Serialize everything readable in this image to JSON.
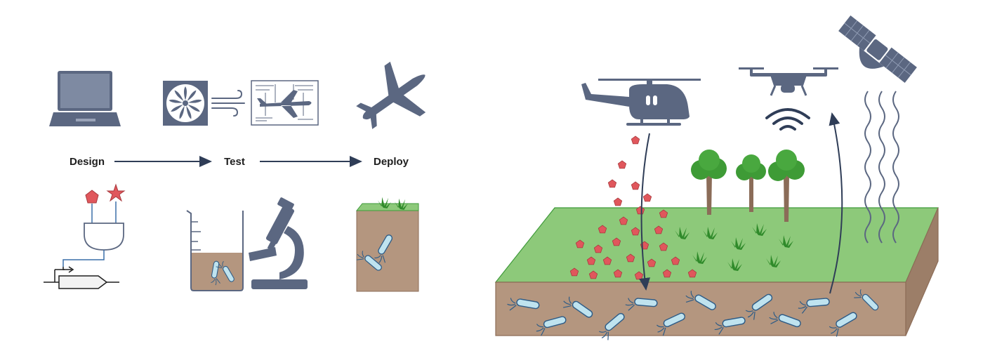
{
  "pipeline": {
    "steps": [
      {
        "label": "Design"
      },
      {
        "label": "Test"
      },
      {
        "label": "Deploy"
      }
    ]
  },
  "colors": {
    "icon_gray": "#5b6781",
    "arrow": "#2f3d57",
    "grass": "#8dc97a",
    "grass_edge": "#3f9a3a",
    "soil": "#b4967f",
    "soil_dark": "#8d6d58",
    "bacteria_fill": "#bfe3ef",
    "bacteria_stroke": "#2f5c86",
    "pentagon": "#e0575c",
    "star": "#e0575c",
    "tree_canopy": "#3e9b36",
    "trunk": "#8b6c58"
  },
  "icons": [
    "laptop-icon",
    "wind-tunnel-fan-icon",
    "wind-icon",
    "blueprint-airplane-icon",
    "airplane-icon",
    "logic-gate-circuit-icon",
    "beaker-icon",
    "microscope-icon",
    "soil-sample-icon",
    "helicopter-icon",
    "drone-icon",
    "satellite-icon",
    "signal-icon"
  ]
}
